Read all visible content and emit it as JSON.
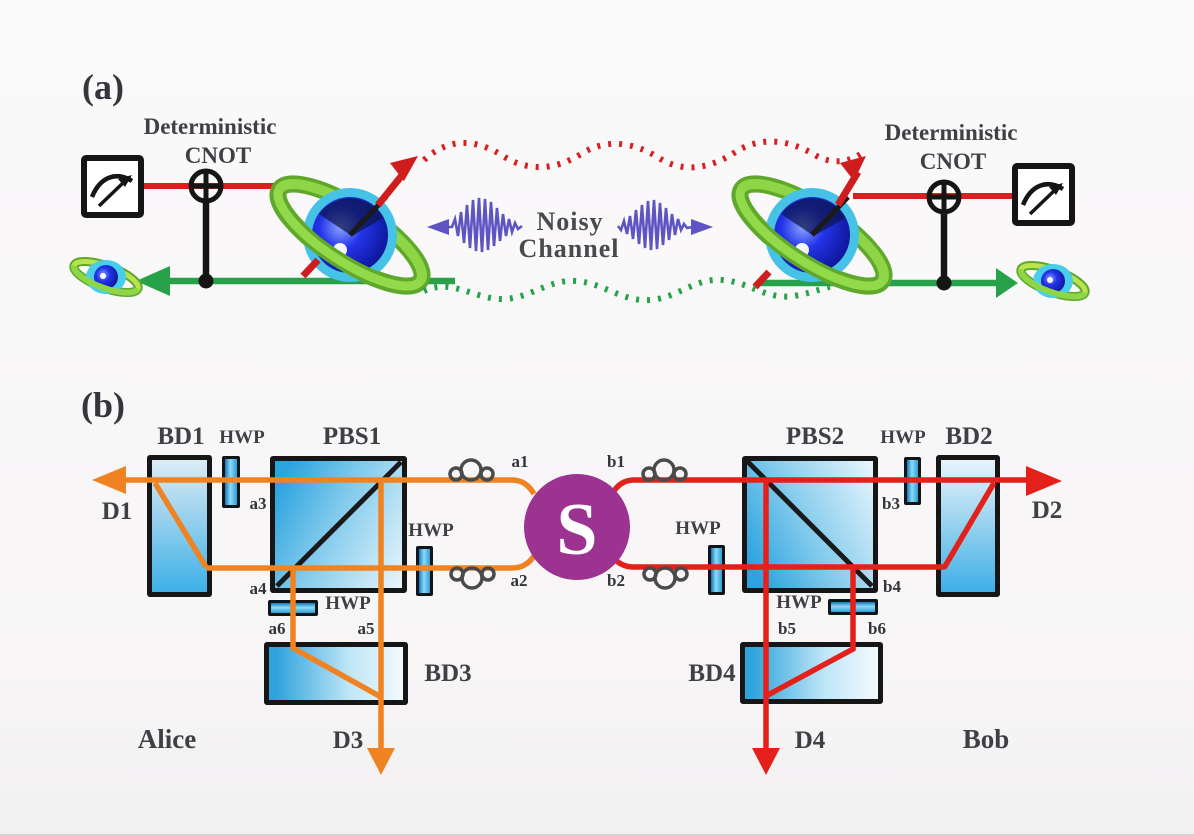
{
  "figure": {
    "panel_a": {
      "tag": "(a)",
      "left_gate": {
        "line1": "Deterministic",
        "line2": "CNOT"
      },
      "right_gate": {
        "line1": "Deterministic",
        "line2": "CNOT"
      },
      "channel": {
        "line1": "Noisy",
        "line2": "Channel"
      }
    },
    "panel_b": {
      "tag": "(b)",
      "optics": {
        "bd1": "BD1",
        "bd2": "BD2",
        "bd3": "BD3",
        "bd4": "BD4",
        "pbs1": "PBS1",
        "pbs2": "PBS2",
        "hwp": "HWP",
        "source": "S"
      },
      "detectors": {
        "d1": "D1",
        "d2": "D2",
        "d3": "D3",
        "d4": "D4"
      },
      "modes": {
        "a1": "a1",
        "a2": "a2",
        "a3": "a3",
        "a4": "a4",
        "a5": "a5",
        "a6": "a6",
        "b1": "b1",
        "b2": "b2",
        "b3": "b3",
        "b4": "b4",
        "b5": "b5",
        "b6": "b6"
      },
      "parties": {
        "alice": "Alice",
        "bob": "Bob"
      }
    },
    "colors": {
      "alice_beam": "#ef8322",
      "bob_beam": "#e32019",
      "entangled_link_red": "#d92020",
      "classical_link_green": "#27a24a",
      "noise_wave_purple": "#5d55c2",
      "source_circle": "#9c3390",
      "optic_blue": "#35aade",
      "text": "#3f3f45"
    }
  }
}
